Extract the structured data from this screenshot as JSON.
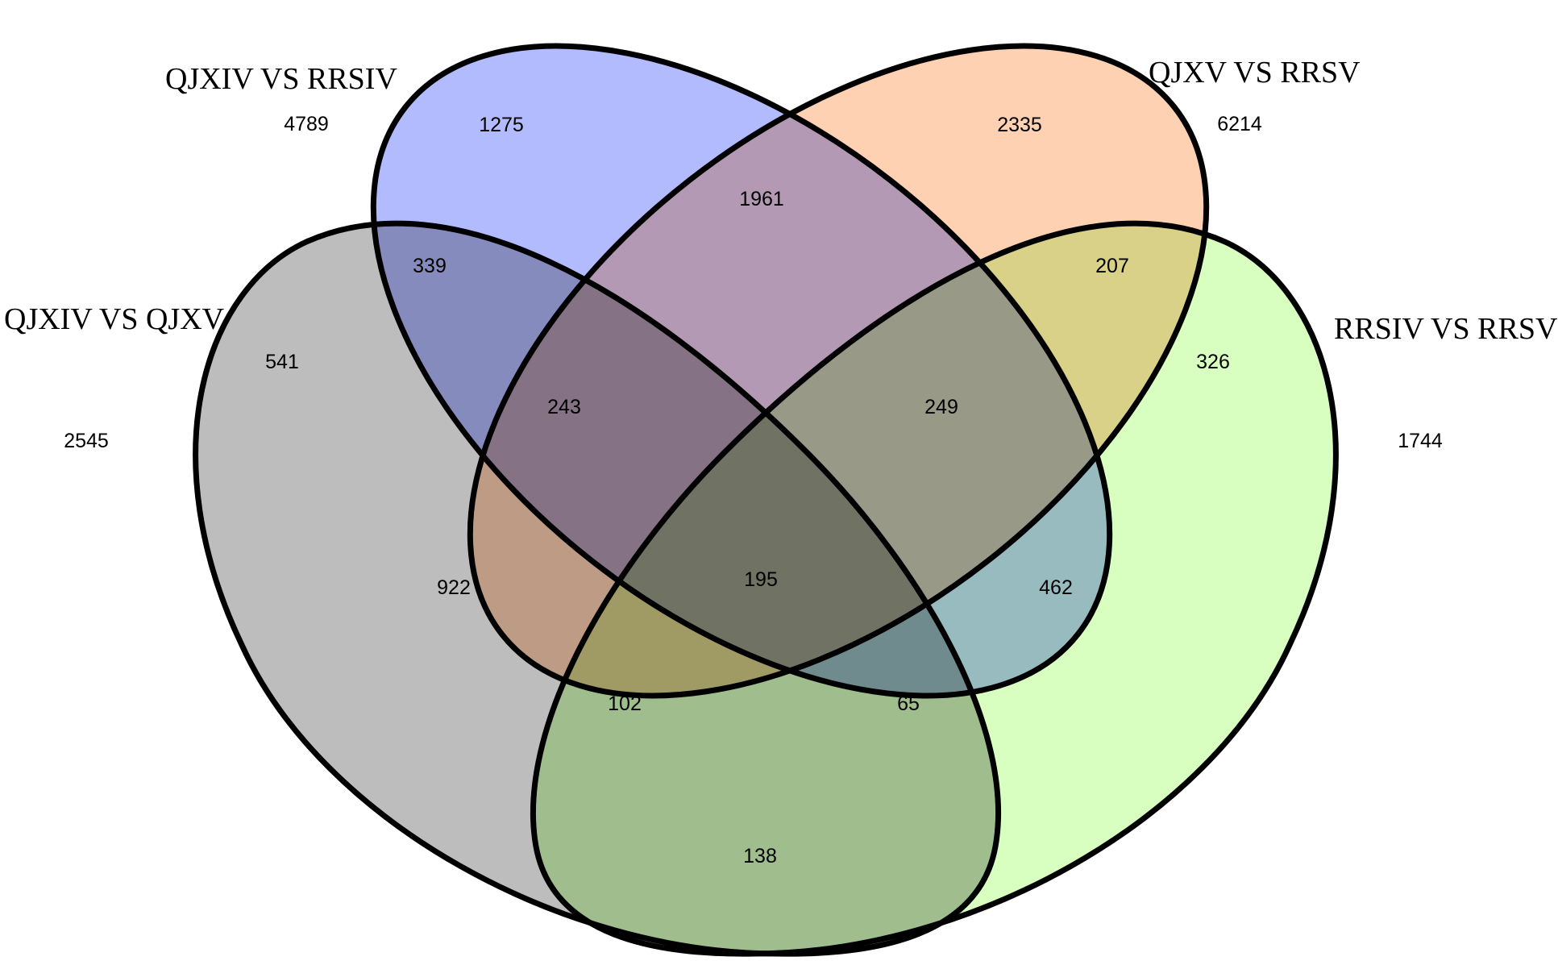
{
  "sets": [
    {
      "id": "qjxiv_rrsiv",
      "label": "QJXIV VS RRSIV",
      "total": "4789",
      "color": "#b3bbff"
    },
    {
      "id": "qjxv_rrsv",
      "label": "QJXV VS RRSV",
      "total": "6214",
      "color": "#ffd1b3"
    },
    {
      "id": "qjxiv_qjxv",
      "label": "QJXIV VS QJXV",
      "total": "2545",
      "color": "#bdbdbd"
    },
    {
      "id": "rrsiv_rrsv",
      "label": "RRSIV VS RRSV",
      "total": "1744",
      "color": "#d8ffc0"
    }
  ],
  "regions": [
    {
      "id": "only_qjxiv_rrsiv",
      "value": "1275"
    },
    {
      "id": "only_qjxv_rrsv",
      "value": "2335"
    },
    {
      "id": "only_qjxiv_qjxv",
      "value": "541"
    },
    {
      "id": "only_rrsiv_rrsv",
      "value": "326"
    },
    {
      "id": "qjxiv_rrsiv__qjxv_rrsv",
      "value": "1961"
    },
    {
      "id": "qjxiv_rrsiv__qjxiv_qjxv",
      "value": "339"
    },
    {
      "id": "qjxv_rrsv__rrsiv_rrsv",
      "value": "207"
    },
    {
      "id": "three_no_rrsiv_rrsv",
      "value": "243"
    },
    {
      "id": "three_no_qjxiv_qjxv",
      "value": "249"
    },
    {
      "id": "qjxiv_qjxv__qjxv_rrsv",
      "value": "922"
    },
    {
      "id": "all_four",
      "value": "195"
    },
    {
      "id": "qjxiv_rrsiv__rrsiv_rrsv",
      "value": "462"
    },
    {
      "id": "three_no_qjxiv_rrsiv",
      "value": "102"
    },
    {
      "id": "three_no_qjxv_rrsv",
      "value": "65"
    },
    {
      "id": "qjxiv_qjxv__rrsiv_rrsv",
      "value": "138"
    }
  ]
}
